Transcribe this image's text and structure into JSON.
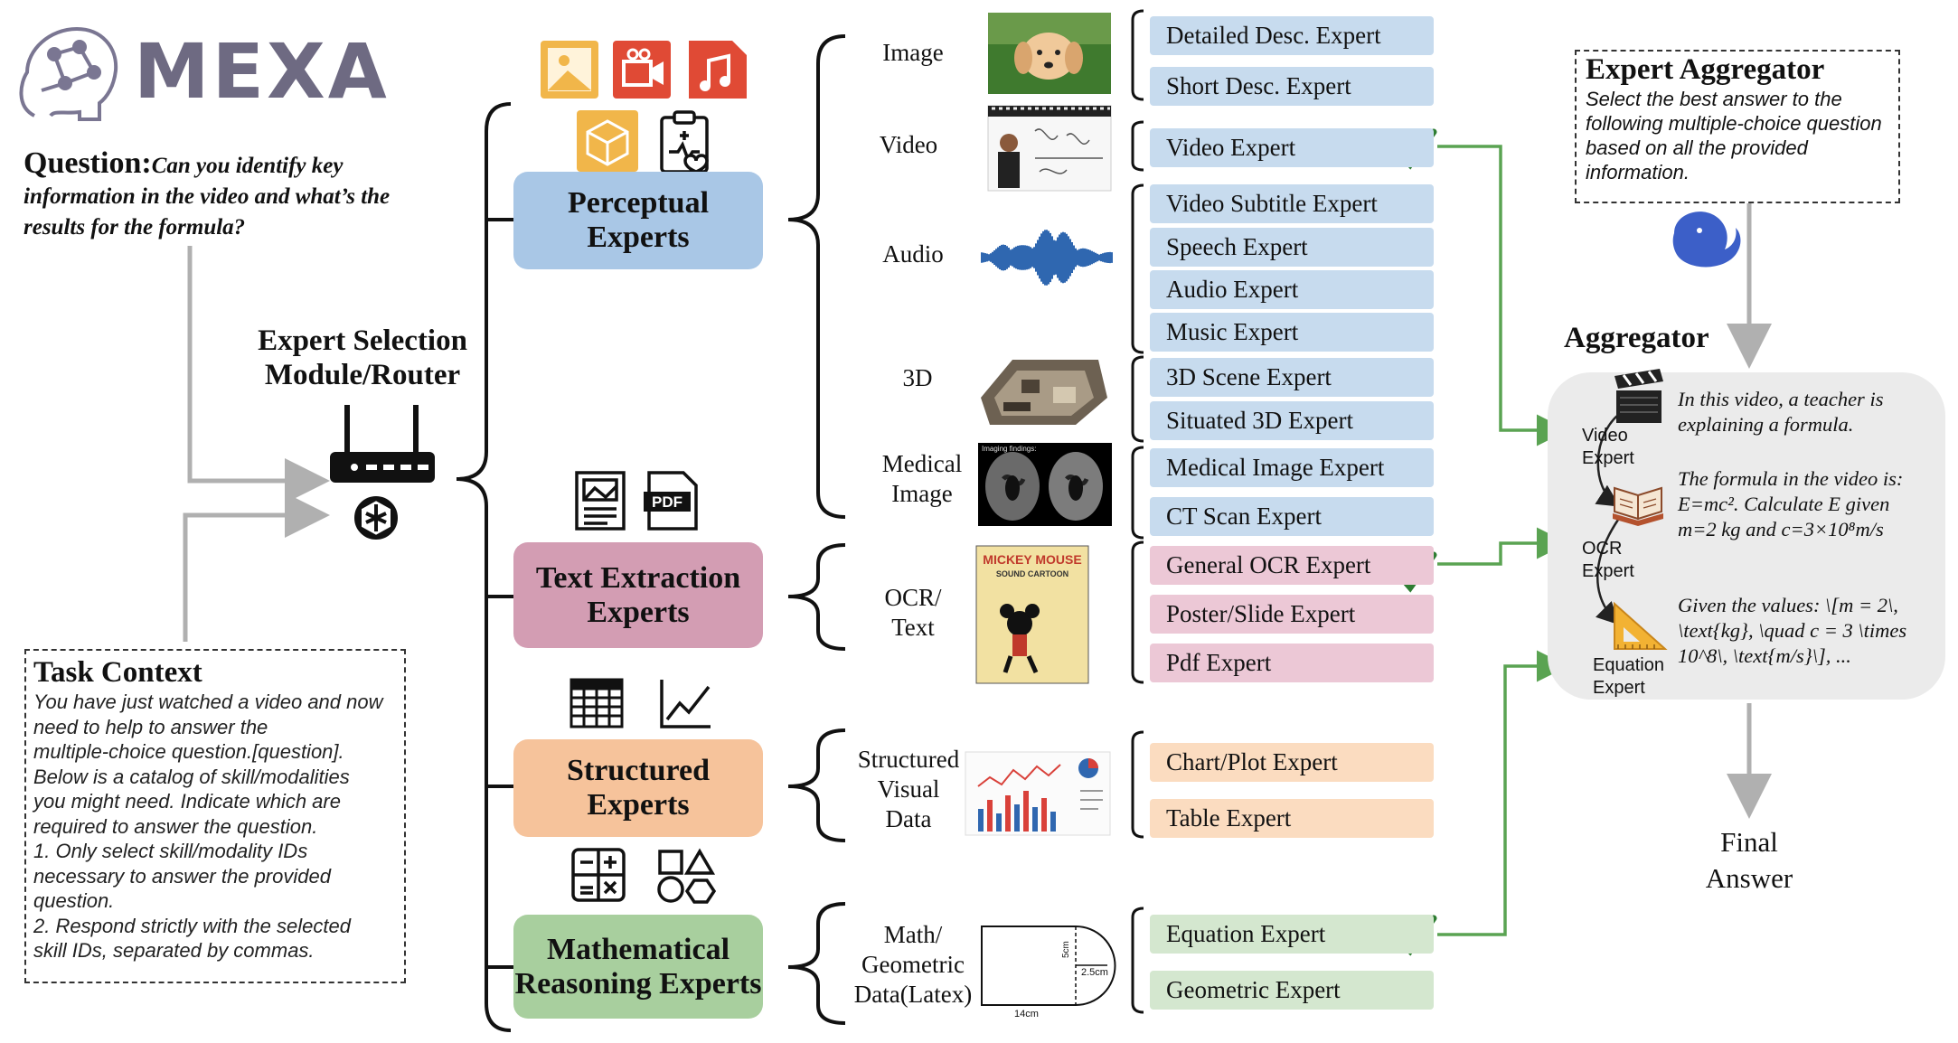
{
  "logo": {
    "text": "MEXA"
  },
  "question": {
    "label": "Question:",
    "text_1": "Can you identify key",
    "text_2": "information in the video and what’s the",
    "text_3": "results for the formula?"
  },
  "router": {
    "title_1": "Expert Selection",
    "title_2": "Module/Router"
  },
  "task_context": {
    "title": "Task Context",
    "lines": [
      "You have just watched a video and now",
      "need to help to answer the",
      "multiple-choice question.[question].",
      "Below is a catalog of skill/modalities",
      "you might need. Indicate which are",
      "required to answer the question.",
      "1. Only select skill/modality IDs",
      "necessary to answer the provided",
      "question.",
      "2. Respond strictly with the selected",
      "skill IDs, separated by commas."
    ]
  },
  "categories": {
    "perceptual": "Perceptual Experts",
    "text_extraction": "Text Extraction Experts",
    "structured": "Structured Experts",
    "math": "Mathematical Reasoning Experts"
  },
  "modalities": {
    "image": "Image",
    "video": "Video",
    "audio": "Audio",
    "three_d": "3D",
    "medical_1": "Medical",
    "medical_2": "Image",
    "ocr_1": "OCR/",
    "ocr_2": "Text",
    "structured_1": "Structured",
    "structured_2": "Visual",
    "structured_3": "Data",
    "math_1": "Math/",
    "math_2": "Geometric",
    "math_3": "Data(Latex)"
  },
  "thumbnails": {
    "poster_title": "MICKEY MOUSE",
    "poster_sub": "SOUND CARTOON",
    "medical_caption": "Imaging findings:",
    "geo_width": "14cm",
    "geo_height": "5cm",
    "geo_radius": "2.5cm"
  },
  "experts": {
    "detailed_desc": "Detailed Desc. Expert",
    "short_desc": "Short Desc. Expert",
    "video": "Video Expert",
    "video_subtitle": "Video Subtitle Expert",
    "speech": "Speech Expert",
    "audio": "Audio Expert",
    "music": "Music Expert",
    "scene_3d": "3D Scene Expert",
    "situated_3d": "Situated 3D Expert",
    "medical_image": "Medical Image Expert",
    "ct_scan": "CT Scan Expert",
    "general_ocr": "General OCR Expert",
    "poster_slide": "Poster/Slide Expert",
    "pdf": "Pdf Expert",
    "chart_plot": "Chart/Plot Expert",
    "table": "Table Expert",
    "equation": "Equation Expert",
    "geometric": "Geometric Expert"
  },
  "expert_aggregator": {
    "title": "Expert Aggregator",
    "lines": [
      "Select the best answer to the",
      "following multiple-choice question",
      "based on all the provided",
      "information."
    ]
  },
  "aggregator": {
    "title": "Aggregator",
    "video_label_1": "Video",
    "video_label_2": "Expert",
    "video_text_1": "In this video, a teacher is",
    "video_text_2": "explaining a formula.",
    "ocr_label_1": "OCR",
    "ocr_label_2": "Expert",
    "ocr_text_1": "The formula in the video is:",
    "ocr_text_2": "E=mc². Calculate E given",
    "ocr_text_3": "m=2 kg and c=3×10⁸m/s",
    "eq_label_1": "Equation",
    "eq_label_2": "Expert",
    "eq_text_1": "Given the values: \\[m = 2\\,",
    "eq_text_2": "\\text{kg}, \\quad c = 3 \\times",
    "eq_text_3": "10^8\\, \\text{m/s}\\], ..."
  },
  "final_answer": {
    "line_1": "Final",
    "line_2": "Answer"
  },
  "icons": {
    "ai_head": "brain-circuit-head-icon",
    "router": "router-icon",
    "openai": "openai-logo-icon",
    "deepseek": "whale-logo-icon"
  },
  "colors": {
    "perceptual": "#a9c7e6",
    "text_extraction": "#d39db3",
    "structured": "#f6c39b",
    "math": "#a8cf9e",
    "check": "#2e7d32",
    "connector": "#5aa352",
    "logo": "#6e6a82"
  }
}
